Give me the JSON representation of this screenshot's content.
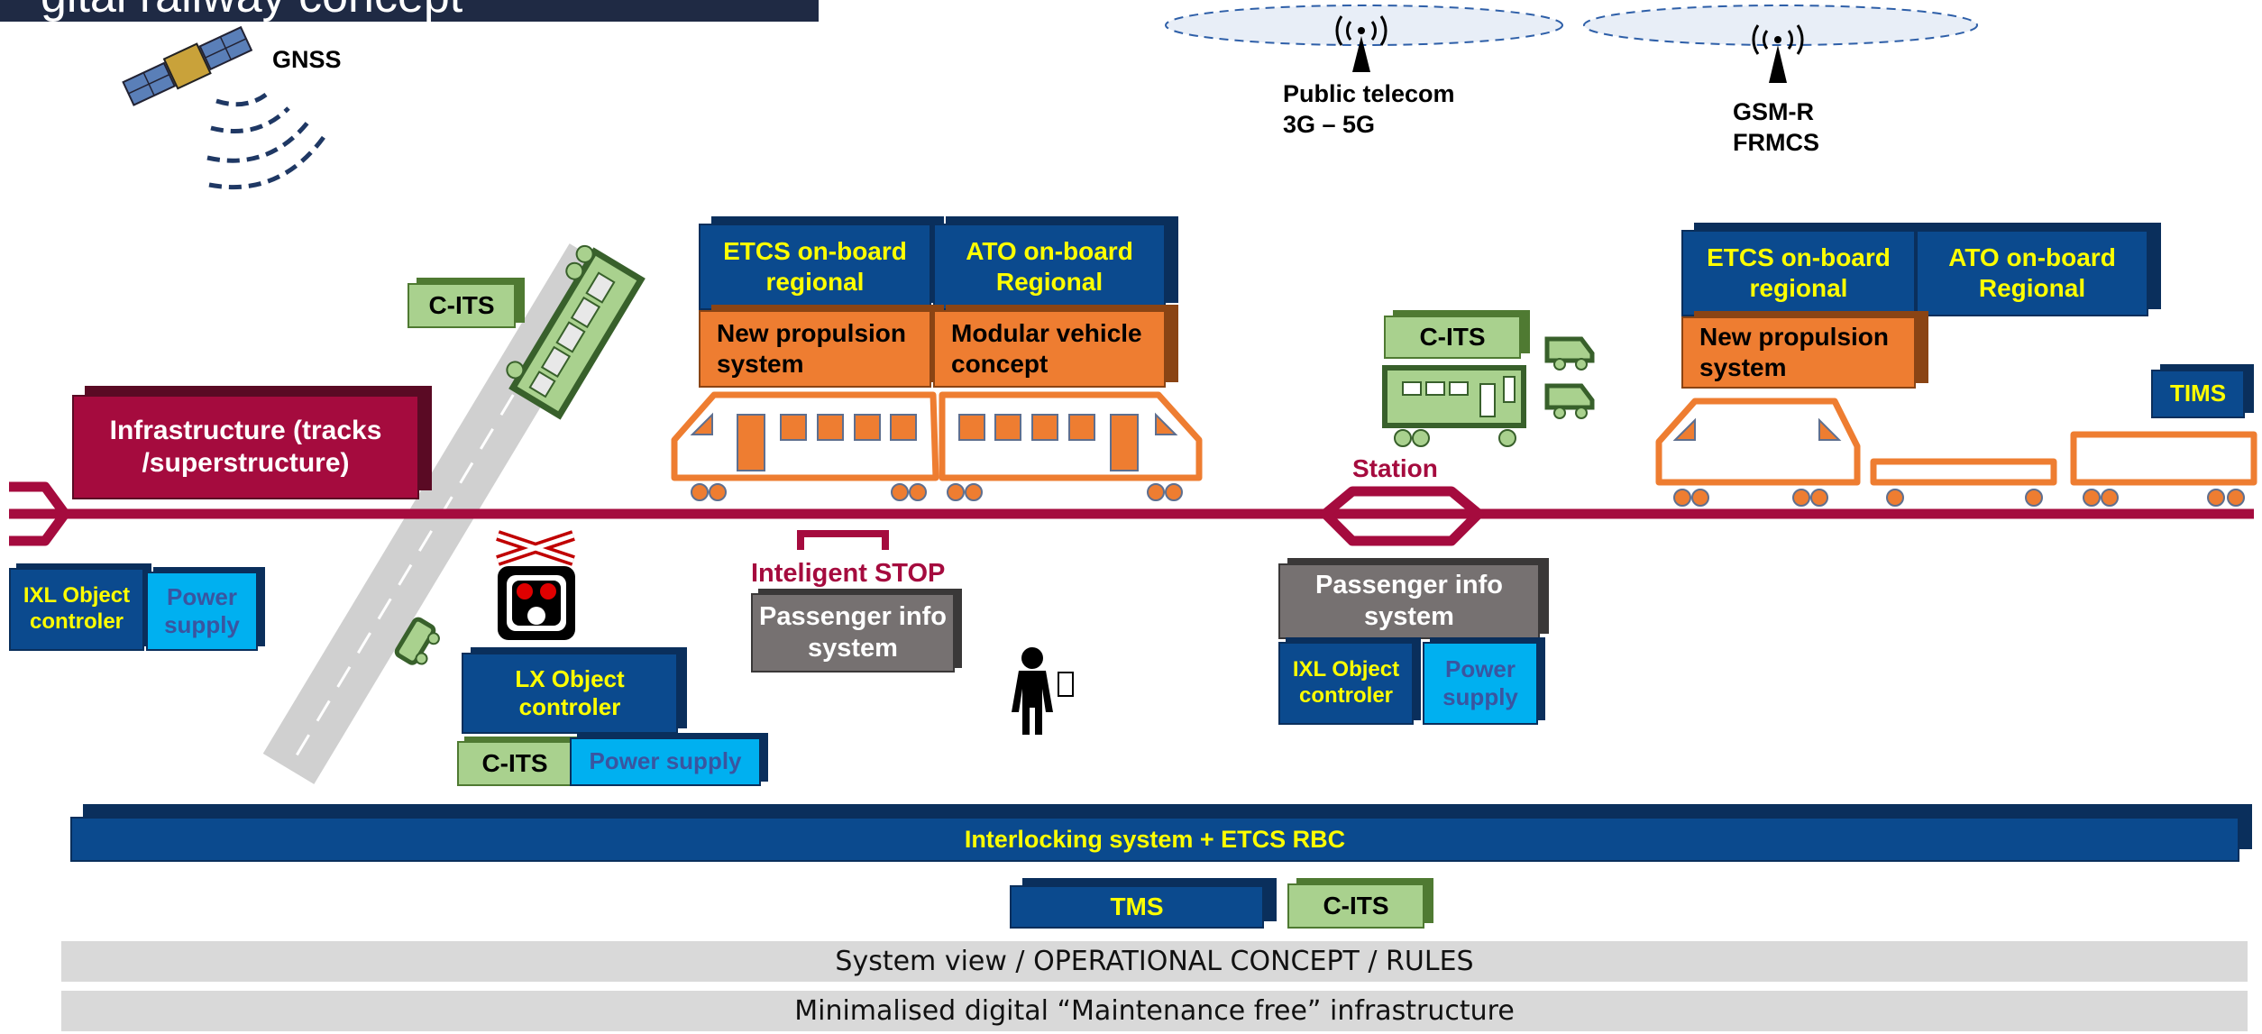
{
  "title_banner": {
    "text": "gital railway concept",
    "color": "#1f2a44"
  },
  "satellite": {
    "icon": "satellite-icon",
    "label": "GNSS"
  },
  "antennas": [
    {
      "icon": "antenna-icon",
      "line1": "Public telecom",
      "line2": "3G – 5G"
    },
    {
      "icon": "antenna-icon",
      "line1": "GSM-R",
      "line2": "FRMCS"
    }
  ],
  "colors": {
    "navy": "#0b4a8e",
    "yellow": "#ffff00",
    "orange": "#ee7d31",
    "green": "#a9d18e",
    "light_blue": "#00b0f0",
    "gray": "#767171",
    "crimson": "#a50b3e"
  },
  "train1": {
    "etcs": "ETCS on-board regional",
    "ato": "ATO on-board Regional",
    "propulsion": "New propulsion system",
    "modular": "Modular vehicle concept"
  },
  "train2": {
    "etcs": "ETCS on-board regional",
    "ato": "ATO on-board Regional",
    "propulsion": "New propulsion system",
    "tims": "TIMS"
  },
  "road": {
    "cits_top": "C-ITS",
    "vehicle_icons": [
      "bus-icon",
      "car-icon"
    ]
  },
  "infrastructure": {
    "label": "Infrastructure (tracks /superstructure)"
  },
  "left_trackside": {
    "ixl": "IXL Object controler",
    "power": "Power supply"
  },
  "level_crossing": {
    "icon": "level-crossing-signal-icon",
    "lx": "LX Object controler",
    "cits": "C-ITS",
    "power": "Power supply"
  },
  "intelligent_stop": {
    "label": "Inteligent STOP",
    "pis": "Passenger info system"
  },
  "passenger": {
    "icon": "person-with-phone-icon"
  },
  "station": {
    "label": "Station",
    "cits": "C-ITS",
    "pis": "Passenger info system",
    "ixl": "IXL Object controler",
    "power": "Power supply"
  },
  "interlocking": {
    "label": "Interlocking system + ETCS RBC"
  },
  "tms": {
    "tms": "TMS",
    "cits": "C-ITS"
  },
  "bands": [
    "System view / OPERATIONAL CONCEPT / RULES",
    "Minimalised digital “Maintenance free” infrastructure"
  ]
}
